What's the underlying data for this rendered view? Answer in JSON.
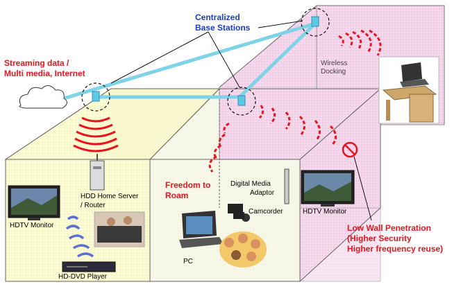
{
  "labels": {
    "centralized_line1": "Centralized",
    "centralized_line2": "Base Stations",
    "streaming_line1": "Streaming data /",
    "streaming_line2": "Multi media, Internet",
    "wireless_line1": "Wireless",
    "wireless_line2": "Docking",
    "freedom_line1": "Freedom to",
    "freedom_line2": "Roam",
    "dma_line1": "Digital Media",
    "dma_line2": "Adaptor",
    "hdtv_left": "HDTV Monitor",
    "hdtv_right": "HDTV Monitor",
    "hdd_line1": "HDD Home Server",
    "hdd_line2": "/ Router",
    "camcorder": "Camcorder",
    "pc": "PC",
    "hddvd": "HD-DVD Player",
    "lowwall_line1": "Low Wall Penetration",
    "lowwall_line2": "(Higher Security",
    "lowwall_line3": "Higher frequency reuse)"
  },
  "colors": {
    "accent_red": "#e8141e",
    "accent_blue": "#1a3ec8",
    "cable": "#7fd3e8",
    "room_left": "#fbfbd2",
    "room_pink": "#f6d6ec"
  }
}
